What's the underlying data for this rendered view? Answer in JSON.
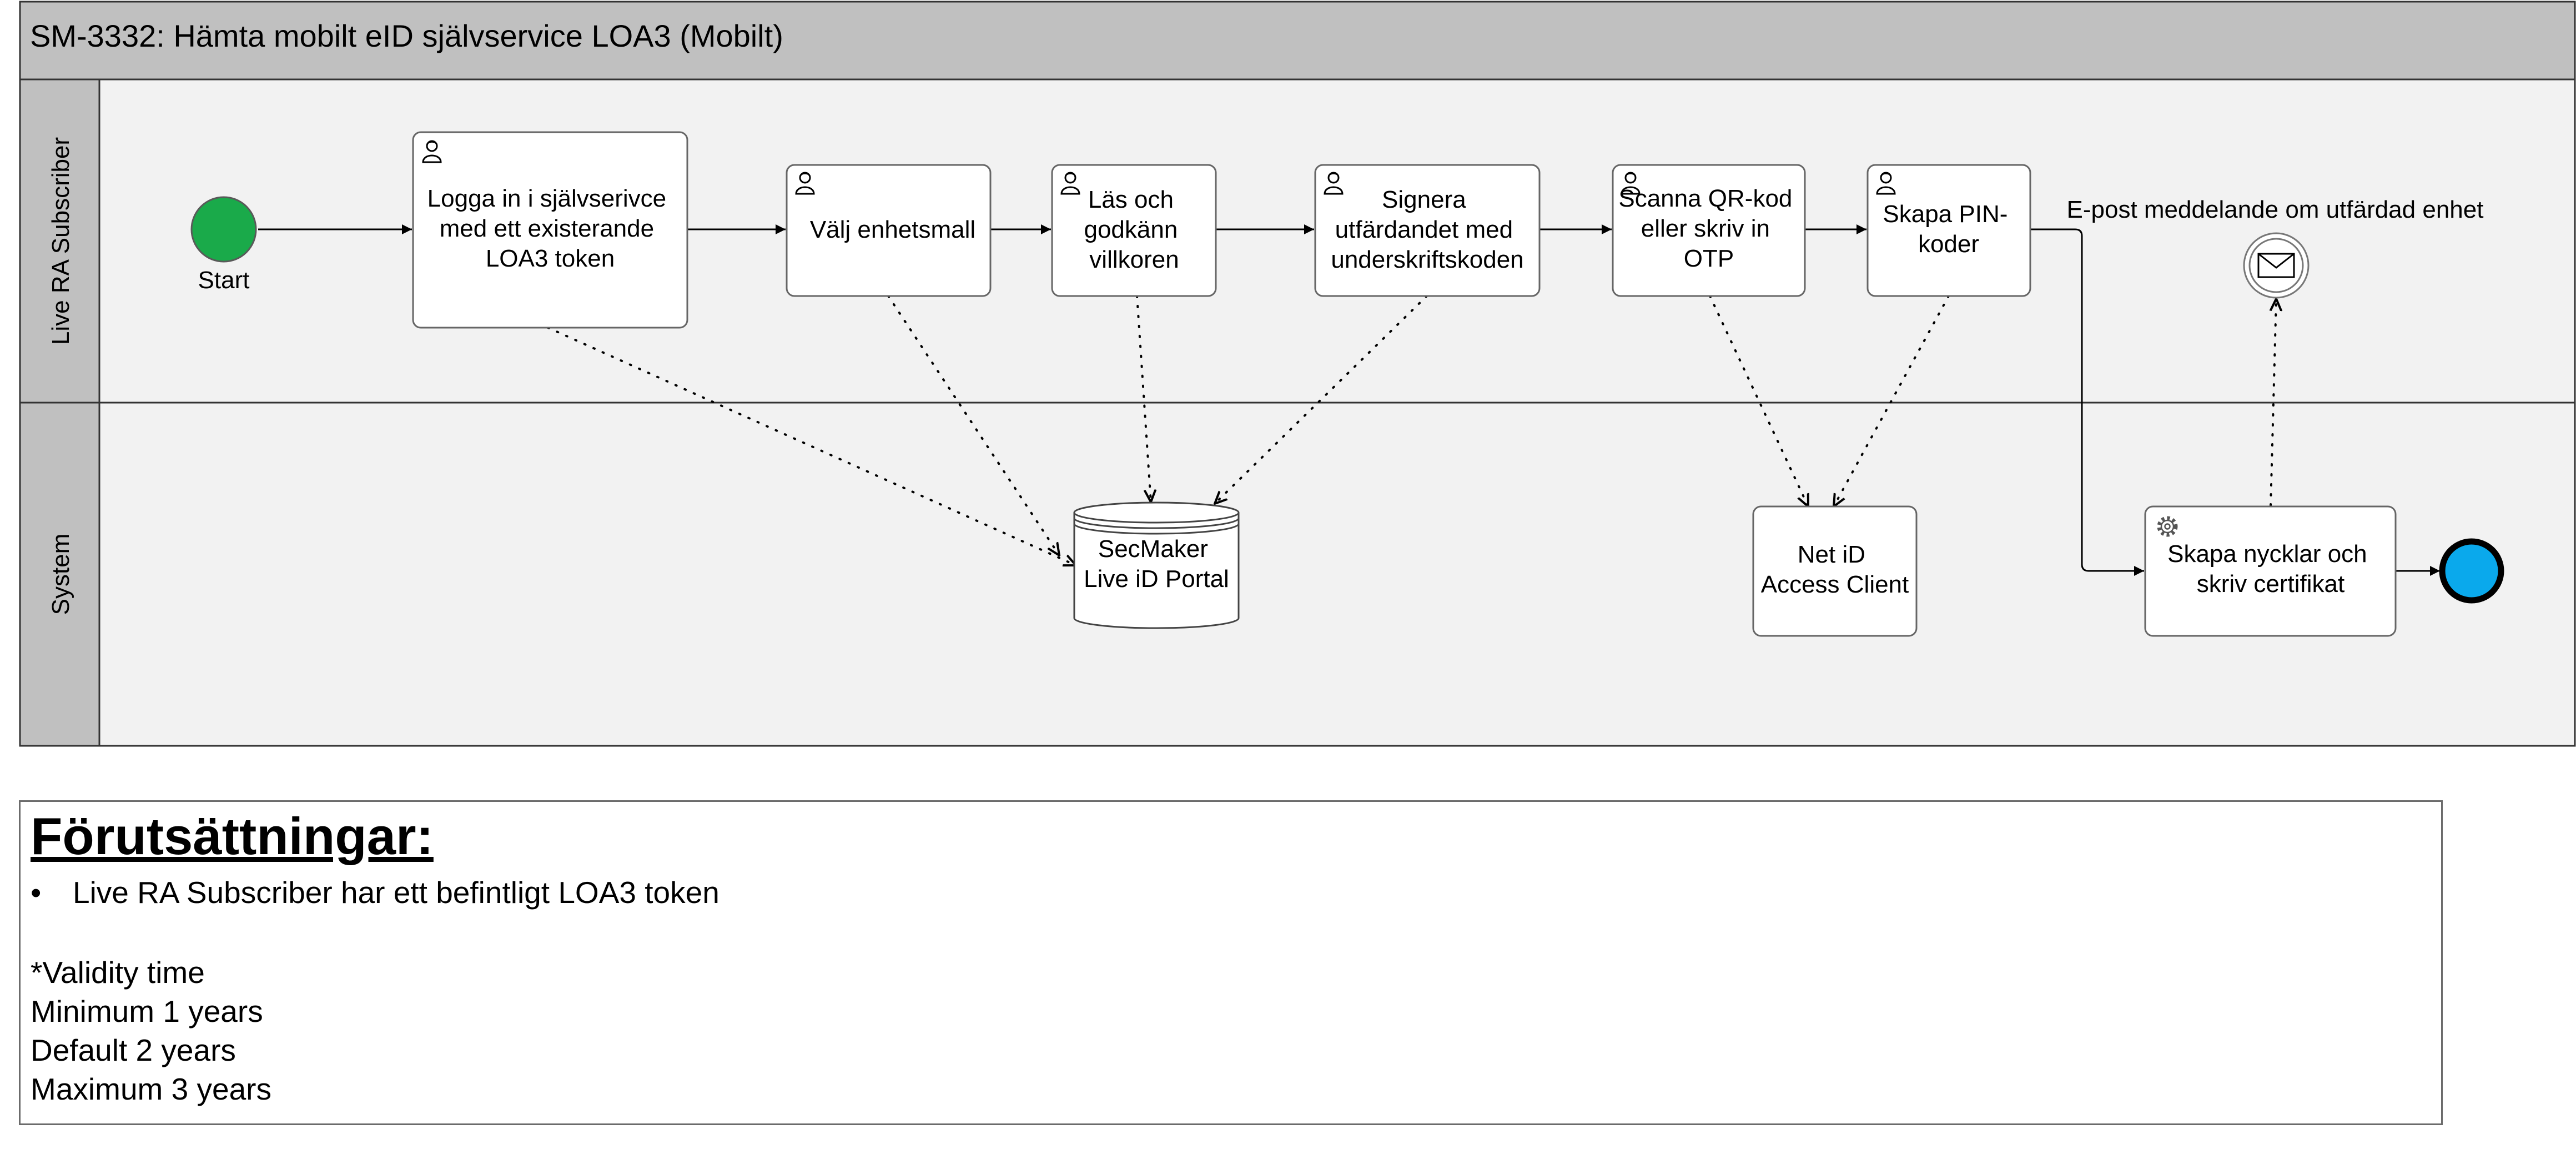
{
  "pool": {
    "title": "SM-3332: Hämta mobilt eID självservice LOA3 (Mobilt)"
  },
  "lanes": [
    {
      "label": "Live RA Subscriber"
    },
    {
      "label": "System"
    }
  ],
  "events": {
    "start_label": "Start",
    "message_label": "E-post meddelande om utfärdad enhet"
  },
  "tasks": [
    {
      "lines": [
        "Logga in i självserivce",
        "med ett existerande",
        "LOA3 token"
      ]
    },
    {
      "lines": [
        "Välj enhetsmall"
      ]
    },
    {
      "lines": [
        "Läs och",
        "godkänn",
        "villkoren"
      ]
    },
    {
      "lines": [
        "Signera",
        "utfärdandet med",
        "underskriftskoden"
      ]
    },
    {
      "lines": [
        "Scanna QR-kod",
        "eller skriv in",
        "OTP"
      ]
    },
    {
      "lines": [
        "Skapa PIN-",
        "koder"
      ]
    },
    {
      "lines": [
        "Skapa nycklar och",
        "skriv certifikat"
      ]
    }
  ],
  "systems": [
    {
      "lines": [
        "SecMaker",
        "Live iD Portal"
      ]
    },
    {
      "lines": [
        "Net iD",
        "Access Client"
      ]
    }
  ],
  "icons": {
    "user_task": "user-icon",
    "service_task": "gear-icon",
    "message": "envelope-icon",
    "datastore": "database-icon"
  },
  "colors": {
    "start_event": "#1aaa4a",
    "end_event": "#0aa9ec",
    "header_bg": "#c0c0c0",
    "lane_bg": "#f2f2f2"
  },
  "prerequisites": {
    "title": "Förutsättningar:",
    "bullets": [
      "Live RA Subscriber har ett befintligt LOA3 token"
    ],
    "validity_lines": [
      "*Validity time",
      "Minimum 1 years",
      "Default 2 years",
      "Maximum 3 years"
    ]
  }
}
